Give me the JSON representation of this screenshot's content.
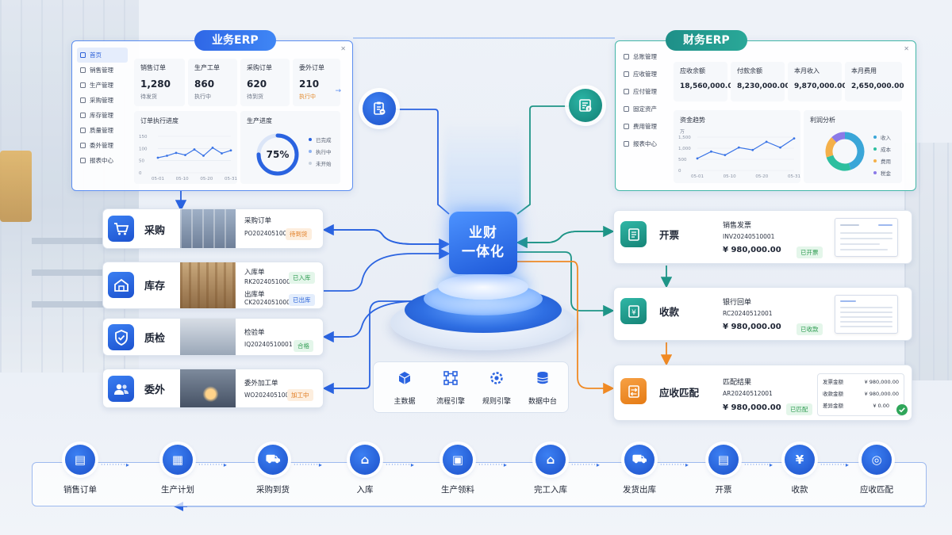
{
  "biz_erp": {
    "title": "业务ERP",
    "sidebar": [
      {
        "label": "首页",
        "active": true
      },
      {
        "label": "销售管理"
      },
      {
        "label": "生产管理"
      },
      {
        "label": "采购管理"
      },
      {
        "label": "库存管理"
      },
      {
        "label": "质量管理"
      },
      {
        "label": "委外管理"
      },
      {
        "label": "报表中心"
      }
    ],
    "kpis": [
      {
        "label": "销售订单",
        "value": "1,280",
        "sub": "待发货"
      },
      {
        "label": "生产工单",
        "value": "860",
        "sub": "执行中"
      },
      {
        "label": "采购订单",
        "value": "620",
        "sub": "待到货"
      },
      {
        "label": "委外订单",
        "value": "210",
        "sub": "执行中"
      }
    ],
    "order_progress": {
      "title": "订单执行进度",
      "y_ticks": [
        "150",
        "100",
        "50",
        "0"
      ],
      "x_ticks": [
        "05-01",
        "05-10",
        "05-20",
        "05-31"
      ],
      "values": [
        62,
        70,
        82,
        73,
        96,
        70,
        103,
        80,
        92
      ]
    },
    "production": {
      "title": "生产进度",
      "percent": "75%",
      "fraction": 0.75,
      "legend": [
        "已完成",
        "执行中",
        "未开始"
      ]
    }
  },
  "fin_erp": {
    "title": "财务ERP",
    "sidebar": [
      {
        "label": "总账管理"
      },
      {
        "label": "应收管理"
      },
      {
        "label": "应付管理"
      },
      {
        "label": "固定资产"
      },
      {
        "label": "费用管理"
      },
      {
        "label": "报表中心"
      }
    ],
    "kpis": [
      {
        "label": "应收余额",
        "value": "18,560,000.00"
      },
      {
        "label": "付款余额",
        "value": "8,230,000.00"
      },
      {
        "label": "本月收入",
        "value": "9,870,000.00"
      },
      {
        "label": "本月费用",
        "value": "2,650,000.00"
      }
    ],
    "fund_trend": {
      "title": "资金趋势",
      "unit": "万",
      "y_ticks": [
        "1,500",
        "1,000",
        "500",
        "0"
      ],
      "x_ticks": [
        "05-01",
        "05-10",
        "05-20",
        "05-31"
      ],
      "values": [
        540,
        850,
        690,
        1030,
        920,
        1290,
        1030,
        1440
      ]
    },
    "profit": {
      "title": "利润分析",
      "legend": [
        "收入",
        "成本",
        "费用",
        "税金"
      ],
      "shares": [
        0.45,
        0.25,
        0.18,
        0.12
      ],
      "colors": [
        "#3aa6d8",
        "#2dbf9f",
        "#f4b04a",
        "#8b7ae8"
      ]
    }
  },
  "left_cards": [
    {
      "name": "采购",
      "title": "采购订单",
      "code": "PO20240510001",
      "tag": "待到货"
    },
    {
      "name": "库存",
      "title1": "入库单",
      "code1": "RK20240510001",
      "tag1": "已入库",
      "title2": "出库单",
      "code2": "CK20240510001",
      "tag2": "已出库"
    },
    {
      "name": "质检",
      "title": "检验单",
      "code": "IQ20240510001",
      "tag": "合格"
    },
    {
      "name": "委外",
      "title": "委外加工单",
      "code": "WO20240510001",
      "tag": "加工中"
    }
  ],
  "center": {
    "line1": "业财",
    "line2": "一体化"
  },
  "platform": [
    {
      "label": "主数据",
      "icon": "cube-icon"
    },
    {
      "label": "流程引擎",
      "icon": "flow-icon"
    },
    {
      "label": "规则引擎",
      "icon": "gear-icon"
    },
    {
      "label": "数据中台",
      "icon": "database-icon"
    }
  ],
  "right_cards": [
    {
      "name": "开票",
      "title": "销售发票",
      "code": "INV20240510001",
      "amount": "¥ 980,000.00",
      "tag": "已开票"
    },
    {
      "name": "收款",
      "title": "银行回单",
      "code": "RC20240512001",
      "amount": "¥ 980,000.00",
      "tag": "已收款"
    },
    {
      "name": "应收匹配",
      "title": "匹配结果",
      "code": "AR20240512001",
      "amount": "¥ 980,000.00",
      "tag": "已匹配",
      "match": [
        {
          "label": "发票金额",
          "value": "¥ 980,000.00"
        },
        {
          "label": "收款金额",
          "value": "¥ 980,000.00"
        },
        {
          "label": "差异金额",
          "value": "¥ 0.00"
        }
      ]
    }
  ],
  "flow": [
    "销售订单",
    "生产计划",
    "采购到货",
    "入库",
    "生产领料",
    "完工入库",
    "发货出库",
    "开票",
    "收款",
    "应收匹配"
  ],
  "colors": {
    "primary": "#2a63e0",
    "teal": "#1e9587",
    "orange": "#f08a24"
  }
}
